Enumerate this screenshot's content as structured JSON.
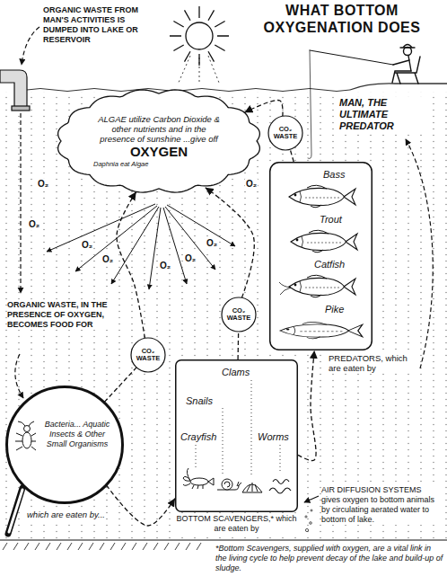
{
  "diagram": {
    "title": "WHAT BOTTOM OXYGENATION DOES",
    "nodes": [
      {
        "text": [
          "ALGAE utilize Carbon Dioxide & other nutrients and in the presence of sunshine ...give off",
          "OXYGEN",
          "Daphnia eat Algae"
        ]
      },
      {
        "text": [
          "CO₂ WASTE"
        ]
      },
      {
        "text": [
          "Bass",
          "Trout",
          "Catfish",
          "Pike",
          "PREDATORS, which are eaten by"
        ]
      },
      {
        "text": [
          "CO₂ WASTE"
        ]
      },
      {
        "text": [
          "CO₂ WASTE"
        ]
      },
      {
        "text": [
          "Clams",
          "Snails",
          "Crayfish",
          "Worms",
          "BOTTOM SCAVENGERS,* which are eaten by"
        ]
      },
      {
        "text": [
          "Bacteria... Aquatic Insects & Other Small Organisms",
          "which are eaten by..."
        ]
      }
    ],
    "edges": [
      {
        "from": 6,
        "to": 4,
        "arrow": "none"
      },
      {
        "from": 4,
        "to": 0,
        "arrow": "to"
      },
      {
        "from": 5,
        "to": 3,
        "arrow": "none"
      },
      {
        "from": 3,
        "to": 0,
        "arrow": "to"
      },
      {
        "from": 2,
        "to": 1,
        "arrow": "none"
      },
      {
        "from": 1,
        "to": 0,
        "arrow": "to"
      },
      {
        "from": 6,
        "to": 5,
        "arrow": "to"
      },
      {
        "from": 5,
        "to": 2,
        "arrow": "to"
      }
    ],
    "labels": [
      "ORGANIC WASTE FROM MAN'S ACTIVITIES IS DUMPED INTO LAKE OR RESERVOIR",
      "MAN, THE ULTIMATE PREDATOR",
      "O₂",
      "O₂",
      "O₂",
      "O₂",
      "O₂",
      "O₂",
      "O₂",
      "O₂",
      "ORGANIC WASTE, IN THE PRESENCE OF OXYGEN, BECOMES FOOD FOR",
      "AIR DIFFUSION SYSTEMS gives oxygen to bottom animals by circulating aerated water to bottom of lake.",
      "*Bottom Scavengers, supplied with oxygen, are a vital link in the living cycle to help prevent decay of the lake and build-up of sludge."
    ]
  }
}
